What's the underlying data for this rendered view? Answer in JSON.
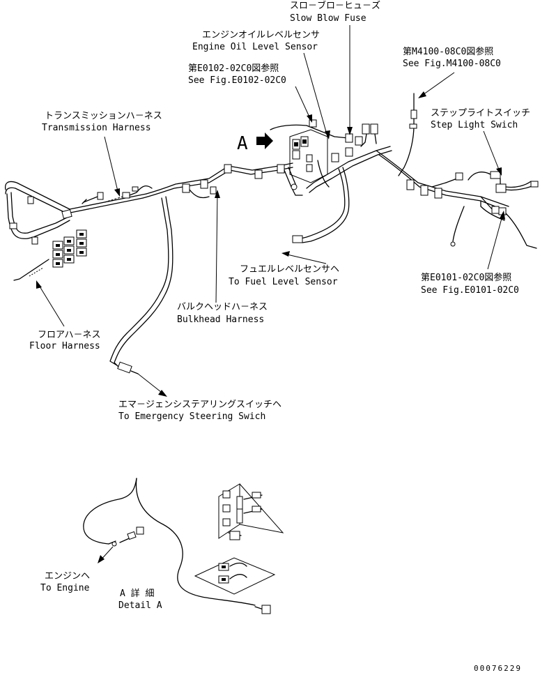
{
  "labels": {
    "slow_blow_fuse": {
      "ja": "スロ－ブロ－ヒュ－ズ",
      "en": "Slow Blow Fuse"
    },
    "engine_oil_level_sensor": {
      "ja": "エンジンオイルレベルセンサ",
      "en": "Engine Oil Level Sensor"
    },
    "ref_e0102": {
      "ja": "第E0102-02C0図参照",
      "en": "See Fig.E0102-02C0"
    },
    "ref_m4100": {
      "ja": "第M4100-08C0図参照",
      "en": "See Fig.M4100-08C0"
    },
    "transmission_harness": {
      "ja": "トランスミッションハ－ネス",
      "en": "Transmission Harness"
    },
    "step_light_switch": {
      "ja": "ステップライトスイッチ",
      "en": "Step Light Swich"
    },
    "detail_marker": "A",
    "fuel_level_sensor": {
      "ja": "フュエルレベルセンサヘ",
      "en": "To Fuel Level Sensor"
    },
    "ref_e0101": {
      "ja": "第E0101-02C0図参照",
      "en": "See Fig.E0101-02C0"
    },
    "bulkhead_harness": {
      "ja": "バルクヘッドハ－ネス",
      "en": "Bulkhead Harness"
    },
    "floor_harness": {
      "ja": "フロアハ－ネス",
      "en": "Floor Harness"
    },
    "emergency_steering_switch": {
      "ja": "エマ－ジェンシステアリングスイッチヘ",
      "en": "To Emergency Steering Swich"
    },
    "to_engine": {
      "ja": "エンジンヘ",
      "en": "To Engine"
    },
    "detail_a": {
      "ja": "A 詳 細",
      "en": "Detail A"
    }
  },
  "document_number": "00076229"
}
